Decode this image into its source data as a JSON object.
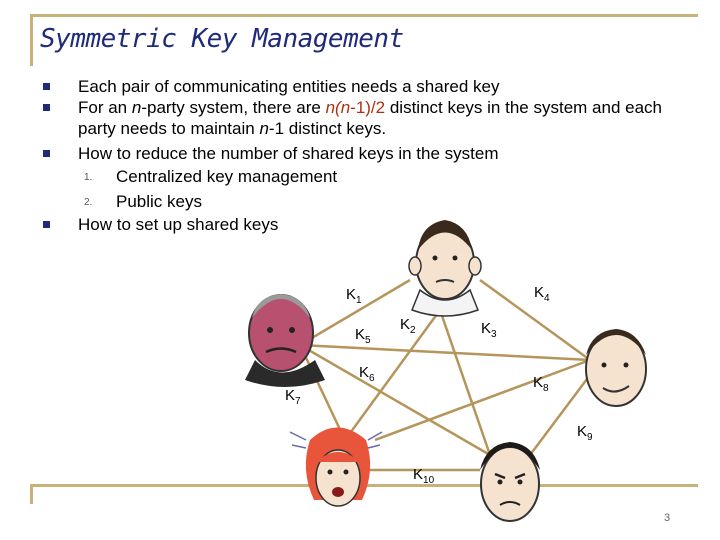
{
  "slide": {
    "title": "Symmetric Key Management",
    "page_number": "3"
  },
  "bullets": [
    {
      "text": "Each pair of communicating entities needs a shared key"
    },
    {
      "pre": "For an ",
      "n1": "n",
      "mid1": "-party system, there are ",
      "formula_a": "n(",
      "formula_n": "n",
      "formula_b": "-1)/2",
      "mid2": " distinct keys in the system and each party needs to maintain ",
      "n2": "n",
      "post": "-1 distinct keys."
    },
    {
      "text": "How to reduce the number of shared keys in the system",
      "sub": [
        {
          "num": "1.",
          "text": "Centralized key management"
        },
        {
          "num": "2.",
          "text": "Public keys"
        }
      ]
    },
    {
      "text": "How to set up shared keys"
    }
  ],
  "keys": [
    {
      "letter": "K",
      "sub": "1"
    },
    {
      "letter": "K",
      "sub": "2"
    },
    {
      "letter": "K",
      "sub": "3"
    },
    {
      "letter": "K",
      "sub": "4"
    },
    {
      "letter": "K",
      "sub": "5"
    },
    {
      "letter": "K",
      "sub": "6"
    },
    {
      "letter": "K",
      "sub": "7"
    },
    {
      "letter": "K",
      "sub": "8"
    },
    {
      "letter": "K",
      "sub": "9"
    },
    {
      "letter": "K",
      "sub": "10"
    }
  ],
  "colors": {
    "title": "#1f2a7a",
    "frame": "#c9b27a",
    "edge": "#b5955a",
    "highlight": "#b03010"
  }
}
